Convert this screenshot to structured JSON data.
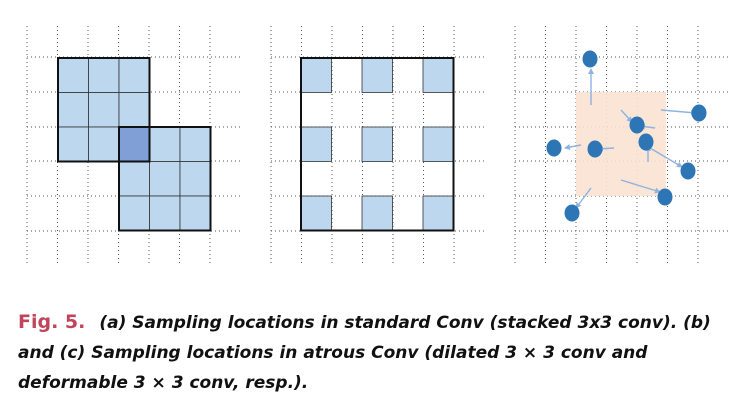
{
  "caption": {
    "label": "Fig. 5.",
    "text": "(a) Sampling locations in standard Conv (stacked 3x3 conv). (b) and (c) Sampling locations in atrous Conv (dilated 3 × 3 conv and deformable 3 × 3 conv, resp.)."
  },
  "colors": {
    "cell_fill": "#bdd7ee",
    "overlap_fill": "#7f9fd6",
    "offset_region": "#f9e2d2",
    "point_fill": "#2e75b6",
    "arrow": "#8fb3e0",
    "grid_dots": "#555555",
    "outline": "#111111"
  },
  "panels": [
    {
      "id": "a",
      "description_key": "standard-conv"
    },
    {
      "id": "b",
      "description_key": "atrous-conv"
    },
    {
      "id": "c",
      "description_key": "deformable-conv"
    }
  ]
}
